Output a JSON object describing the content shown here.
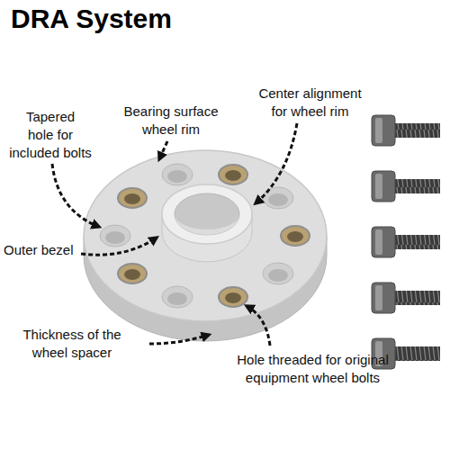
{
  "diagram": {
    "title": "DRA System",
    "labels": [
      "Tapered hole for included bolts",
      "Bearing surface wheel rim",
      "Center alignment for wheel rim",
      "Outer bezel",
      "Thickness of the wheel spacer",
      "Hole threaded for original equipment wheel bolts"
    ]
  }
}
